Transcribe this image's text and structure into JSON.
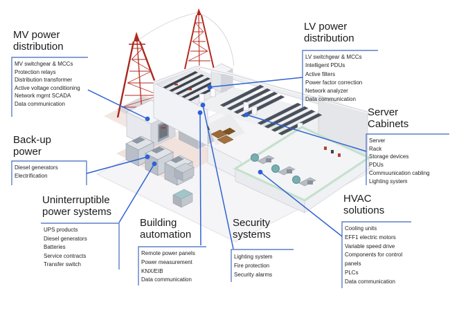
{
  "colors": {
    "connector_blue": "#2e62d2",
    "bracket_blue": "#5b7fc5",
    "tower_red": "#b22a1f",
    "text_black": "#1a1a1a",
    "hvac_teal": "#79aeb0",
    "rack_dark": "#4a505a",
    "pad_pink": "#f2e2dc"
  },
  "diagram": {
    "type": "data-center-infrastructure-callout-diagram",
    "callouts": [
      {
        "id": "mv-power",
        "title": "MV power distribution",
        "items": [
          "MV switchgear & MCCs",
          "Protection relays",
          "Distribution transformer",
          "Active voltage conditioning",
          "Network mgmt SCADA",
          "Data communication"
        ]
      },
      {
        "id": "backup-power",
        "title": "Back-up power",
        "items": [
          "Diesel generators",
          "Electrification"
        ]
      },
      {
        "id": "ups",
        "title": "Uninterruptible power systems",
        "items": [
          "UPS products",
          "Diesel generators",
          "Batteries",
          "Service contracts",
          "Transfer switch"
        ]
      },
      {
        "id": "building-automation",
        "title": "Building automation",
        "items": [
          "Remote power panels",
          "Power measurement",
          "KNX/EIB",
          "Data communication"
        ]
      },
      {
        "id": "security",
        "title": "Security systems",
        "items": [
          "Lighting system",
          "Fire protection",
          "Security alarms"
        ]
      },
      {
        "id": "hvac",
        "title": "HVAC solutions",
        "items": [
          "Cooling units",
          "EFF1 electric motors",
          "Variable speed drive",
          "Components for control panels",
          "PLCs",
          "Data communication"
        ]
      },
      {
        "id": "lv-power",
        "title": "LV power distribution",
        "items": [
          "LV switchgear &  MCCs",
          "Intelligent PDUs",
          "Active filters",
          "Power factor correction",
          "Network analyzer",
          "Data communication"
        ]
      },
      {
        "id": "server-cabinets",
        "title": "Server Cabinets",
        "items": [
          "Server",
          "Rack",
          "Storage devices",
          "PDUs",
          "Commuunication cabling",
          "Lighting system"
        ]
      }
    ]
  }
}
